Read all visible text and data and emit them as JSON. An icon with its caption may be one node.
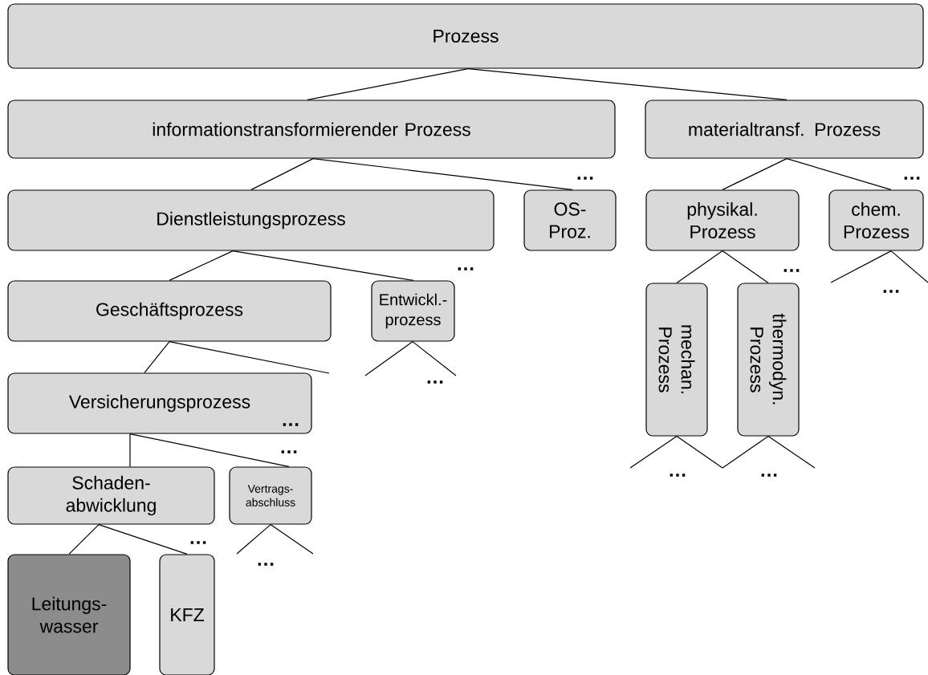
{
  "diagram": {
    "nodes": [
      {
        "text": [
          "Prozess"
        ]
      },
      {
        "text": [
          "informationstransformierender Prozess"
        ]
      },
      {
        "text": [
          "materialtransf. Prozess"
        ]
      },
      {
        "text": [
          "Dienstleistungsprozess"
        ]
      },
      {
        "text": [
          "OS- Proz."
        ]
      },
      {
        "text": [
          "physikal. Prozess"
        ]
      },
      {
        "text": [
          "chem. Prozess"
        ]
      },
      {
        "text": [
          "Geschäftsprozess"
        ]
      },
      {
        "text": [
          "Entwickl.- prozess"
        ]
      },
      {
        "text": [
          "Versicherungsprozess"
        ]
      },
      {
        "text": [
          "mechan. Prozess"
        ]
      },
      {
        "text": [
          "thermodyn. Prozess"
        ]
      },
      {
        "text": [
          "Schaden- abwicklung"
        ]
      },
      {
        "text": [
          "Vertrags- abschluss"
        ]
      },
      {
        "text": [
          "Leitungs- wasser"
        ]
      },
      {
        "text": [
          "KFZ"
        ]
      }
    ],
    "edges": [
      {
        "from": 0,
        "to": 1,
        "arrow": "none"
      },
      {
        "from": 0,
        "to": 2,
        "arrow": "none"
      },
      {
        "from": 1,
        "to": 3,
        "arrow": "none"
      },
      {
        "from": 1,
        "to": 4,
        "arrow": "none"
      },
      {
        "from": 2,
        "to": 5,
        "arrow": "none"
      },
      {
        "from": 2,
        "to": 6,
        "arrow": "none"
      },
      {
        "from": 3,
        "to": 7,
        "arrow": "none"
      },
      {
        "from": 3,
        "to": 8,
        "arrow": "none"
      },
      {
        "from": 5,
        "to": 10,
        "arrow": "none"
      },
      {
        "from": 5,
        "to": 11,
        "arrow": "none"
      },
      {
        "from": 6,
        "to": null,
        "arrow": "none"
      },
      {
        "from": 6,
        "to": null,
        "arrow": "none"
      },
      {
        "from": 7,
        "to": 9,
        "arrow": "none"
      },
      {
        "from": 7,
        "to": null,
        "arrow": "none"
      },
      {
        "from": 8,
        "to": null,
        "arrow": "none"
      },
      {
        "from": 8,
        "to": null,
        "arrow": "none"
      },
      {
        "from": 9,
        "to": 12,
        "arrow": "none"
      },
      {
        "from": 9,
        "to": 13,
        "arrow": "none"
      },
      {
        "from": 10,
        "to": null,
        "arrow": "none"
      },
      {
        "from": 10,
        "to": null,
        "arrow": "none"
      },
      {
        "from": 11,
        "to": null,
        "arrow": "none"
      },
      {
        "from": 11,
        "to": null,
        "arrow": "none"
      },
      {
        "from": 12,
        "to": 14,
        "arrow": "none"
      },
      {
        "from": 12,
        "to": 15,
        "arrow": "none"
      },
      {
        "from": 13,
        "to": null,
        "arrow": "none"
      },
      {
        "from": 13,
        "to": null,
        "arrow": "none"
      }
    ],
    "labels": [
      "…",
      "…",
      "…",
      "…",
      "…",
      "…",
      "…",
      "…",
      "…",
      "…",
      "…",
      "…"
    ]
  }
}
